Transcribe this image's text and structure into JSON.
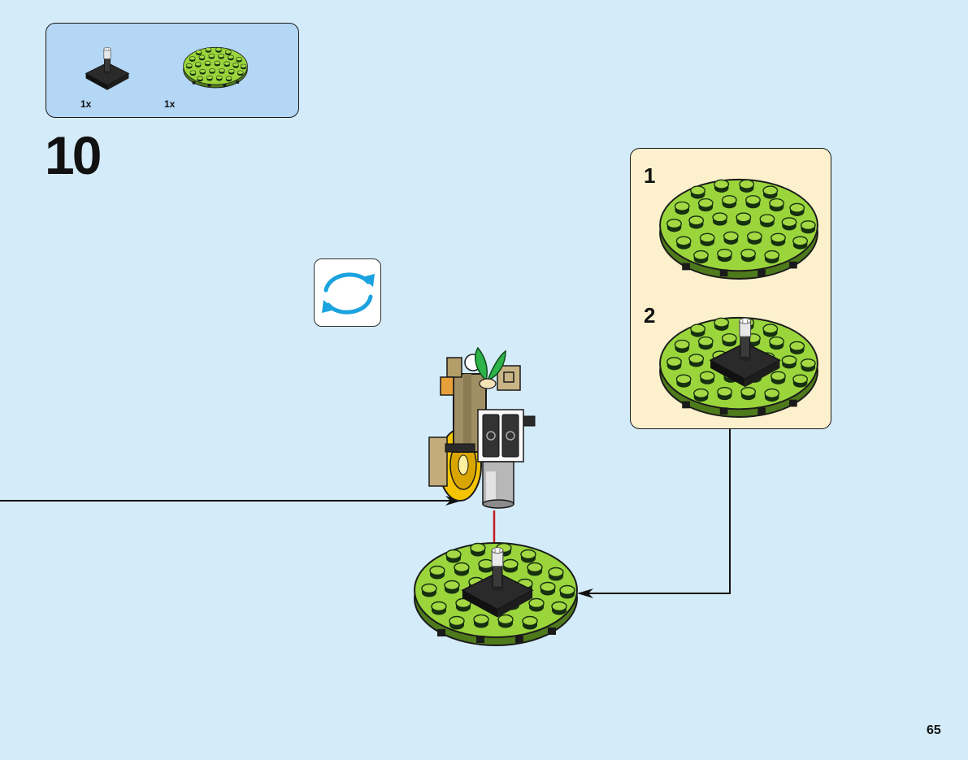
{
  "parts_list": {
    "items": [
      {
        "icon": "black-plate-with-bar-holder-icon",
        "quantity": "1x"
      },
      {
        "icon": "lime-round-plate-icon",
        "quantity": "1x"
      }
    ]
  },
  "step": {
    "number": "10"
  },
  "rotate_indicator": {
    "icon": "rotate-model-icon"
  },
  "sub_assembly": {
    "steps": [
      {
        "number": "1",
        "icon": "lime-round-plate-icon"
      },
      {
        "number": "2",
        "icon": "plate-with-black-holder-icon"
      }
    ]
  },
  "page": {
    "number": "65"
  },
  "colors": {
    "background": "#d4ebf9",
    "parts_box": "#b3d7f5",
    "sub_assembly_box": "#fdf0cc",
    "lime": "#9ad53c",
    "lime_dark": "#1f3a12",
    "rotate_arrow": "#1aa3de",
    "down_arrow": "#c41d22"
  }
}
